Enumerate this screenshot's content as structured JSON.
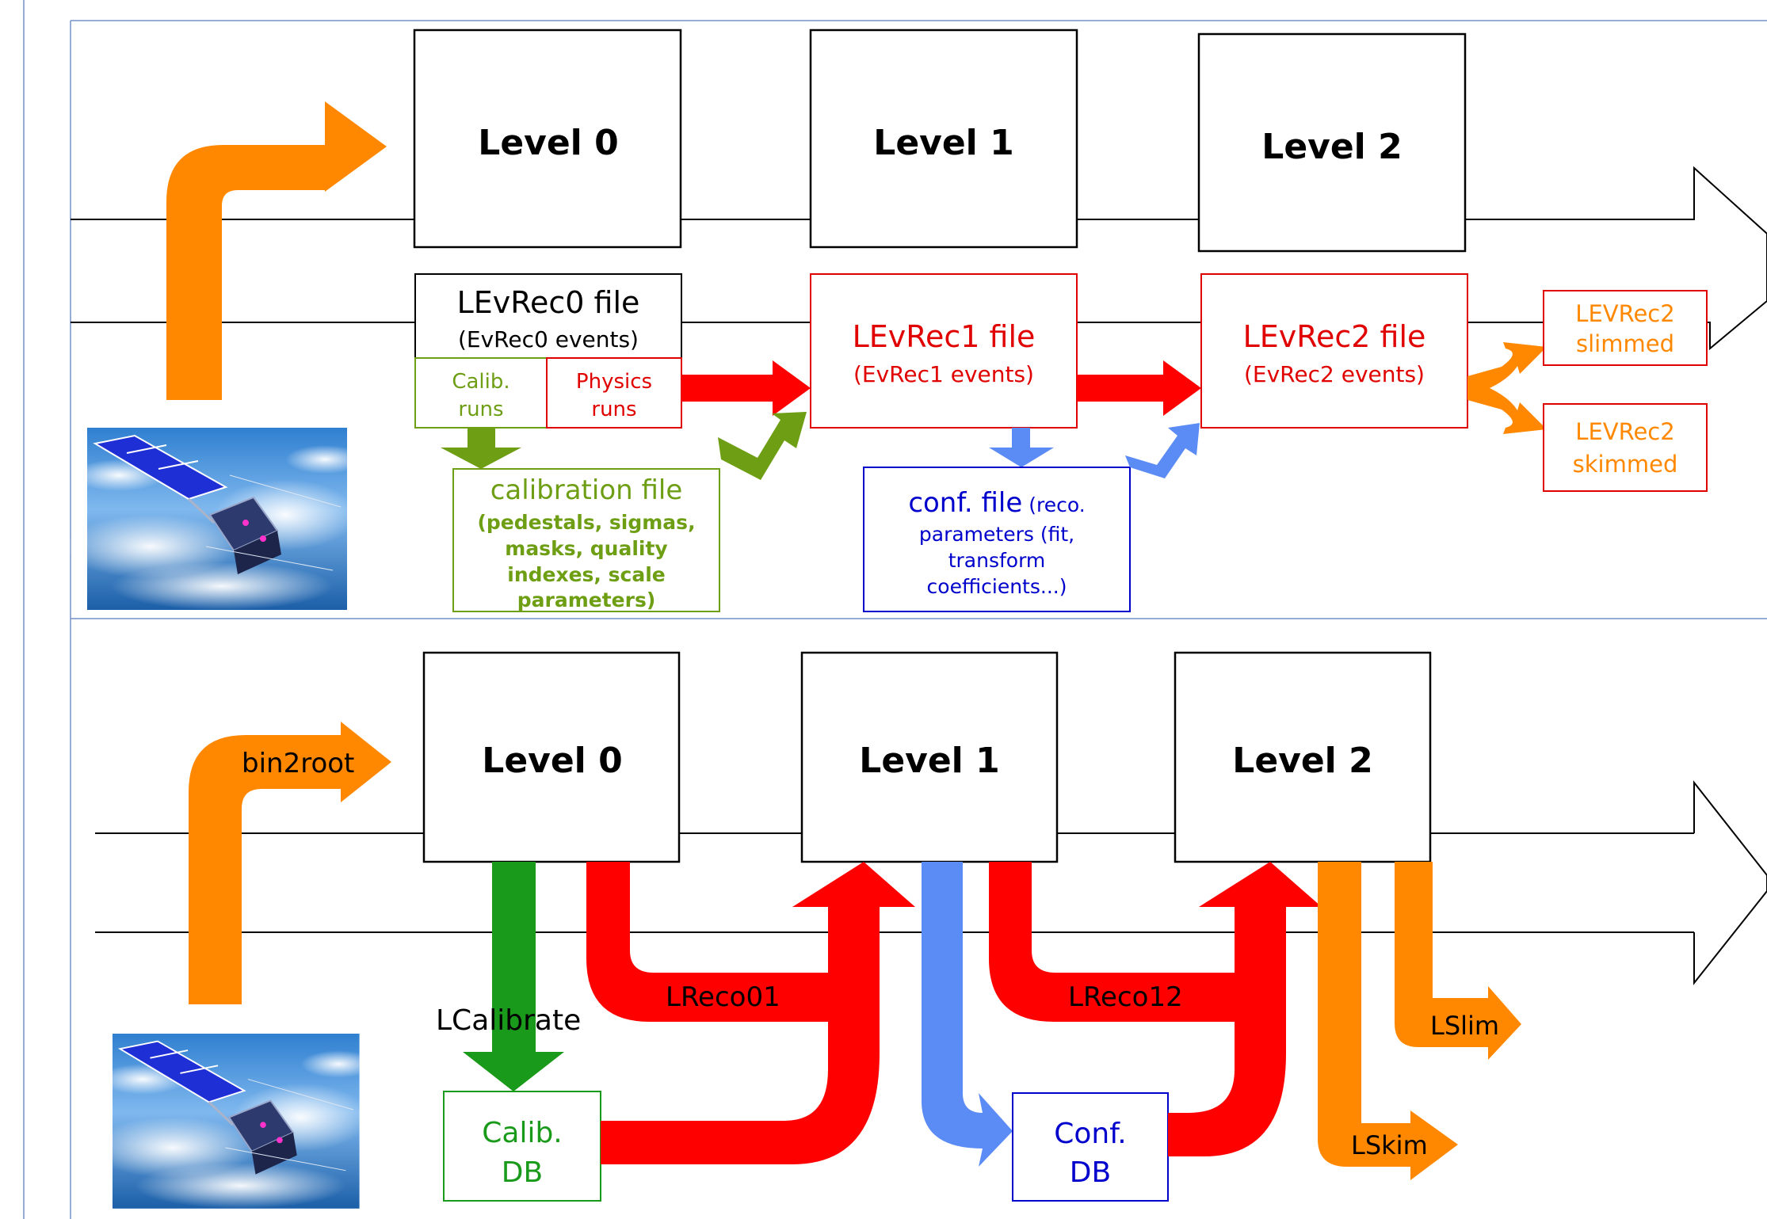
{
  "colors": {
    "orange": "#FF8800",
    "red": "#FF0000",
    "green_dark": "#6E9E14",
    "green_bright": "#1A9A1A",
    "blue": "#5B8BF5",
    "blue_text": "#0000CC",
    "frame": "#7090C8"
  },
  "top": {
    "levels": [
      "Level 0",
      "Level 1",
      "Level 2"
    ],
    "levrec0": {
      "title": "LEvRec0 file",
      "subtitle": "(EvRec0 events)"
    },
    "calib_runs": [
      "Calib.",
      "runs"
    ],
    "physics_runs": [
      "Physics",
      "runs"
    ],
    "levrec1": {
      "title": "LEvRec1 file",
      "subtitle": "(EvRec1 events)"
    },
    "levrec2": {
      "title": "LEvRec2 file",
      "subtitle": "(EvRec2 events)"
    },
    "slimmed": [
      "LEVRec2",
      "slimmed"
    ],
    "skimmed": [
      "LEVRec2",
      "skimmed"
    ],
    "calibration": {
      "title": "calibration file",
      "lines": [
        "(pedestals, sigmas,",
        "masks, quality",
        "indexes, scale",
        "parameters)"
      ]
    },
    "conf": {
      "title": "conf. file",
      "title_small": "(reco.",
      "lines": [
        "parameters (fit,",
        "transform",
        "coefficients...)"
      ]
    }
  },
  "bottom": {
    "levels": [
      "Level 0",
      "Level 1",
      "Level 2"
    ],
    "bin2root": "bin2root",
    "lcalibrate": "LCalibrate",
    "lreco01": "LReco01",
    "lreco12": "LReco12",
    "lslim": "LSlim",
    "lskim": "LSkim",
    "calib_db": [
      "Calib.",
      "DB"
    ],
    "conf_db": [
      "Conf.",
      "DB"
    ]
  },
  "icons": [
    "satellite-image-top",
    "satellite-image-bottom"
  ]
}
